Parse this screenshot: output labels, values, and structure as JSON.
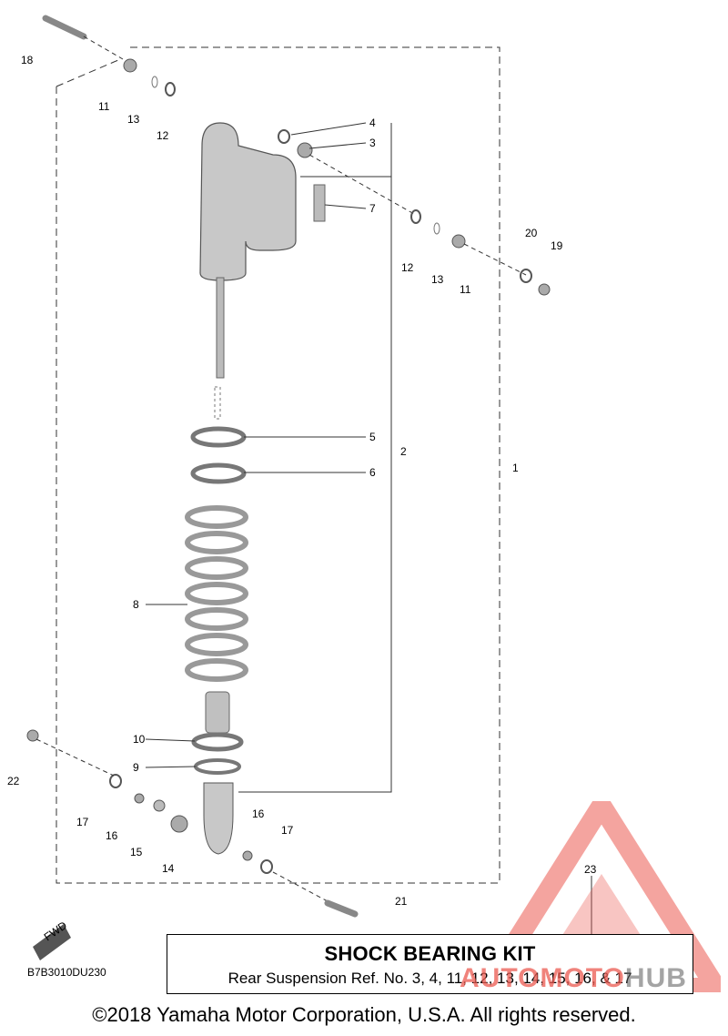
{
  "callouts": {
    "c1": "1",
    "c2": "2",
    "c3": "3",
    "c4": "4",
    "c5": "5",
    "c6": "6",
    "c7": "7",
    "c8": "8",
    "c9": "9",
    "c10": "10",
    "c11a": "11",
    "c11b": "11",
    "c12a": "12",
    "c12b": "12",
    "c13a": "13",
    "c13b": "13",
    "c14": "14",
    "c15": "15",
    "c16a": "16",
    "c16b": "16",
    "c17a": "17",
    "c17b": "17",
    "c18": "18",
    "c19": "19",
    "c20": "20",
    "c21": "21",
    "c22": "22",
    "c23": "23"
  },
  "diagram_code": "B7B3010DU230",
  "kit": {
    "title": "SHOCK BEARING KIT",
    "subtitle": "Rear Suspension Ref. No. 3, 4, 11, 12, 13, 14, 15, 16, & 17"
  },
  "fwd_label": "FWD",
  "copyright": "©2018 Yamaha Motor Corporation, U.S.A. All rights reserved.",
  "watermark": {
    "part_a": "AUTOMOTO",
    "part_b": "HUB"
  },
  "colors": {
    "parts_gray": "#9a9a9a",
    "watermark_red": "#e85a50"
  }
}
